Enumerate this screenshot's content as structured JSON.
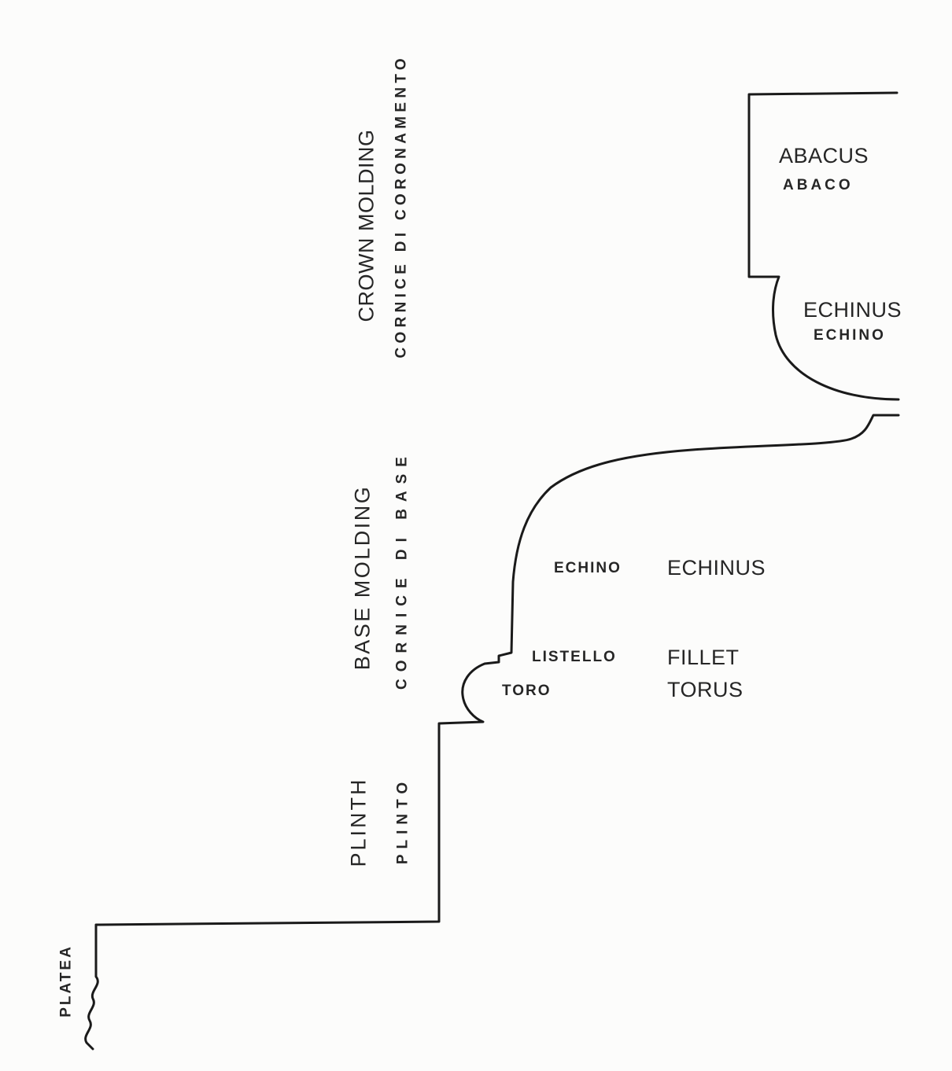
{
  "labels": {
    "crown_molding": {
      "en": "CROWN MOLDING",
      "it": "CORNICE DI CORONAMENTO"
    },
    "base_molding": {
      "en": "BASE MOLDING",
      "it": "CORNICE DI BASE"
    },
    "plinth": {
      "en": "PLINTH",
      "it": "PLINTO"
    },
    "platea": "PLATEA",
    "abacus": {
      "en": "ABACUS",
      "it": "ABACO"
    },
    "echinus_top": {
      "en": "ECHINUS",
      "it": "ECHINO"
    },
    "echinus_base": {
      "en": "ECHINUS",
      "it": "ECHINO"
    },
    "fillet": {
      "en": "FILLET",
      "it": "LISTELLO"
    },
    "torus": {
      "en": "TORUS",
      "it": "TORO"
    }
  }
}
